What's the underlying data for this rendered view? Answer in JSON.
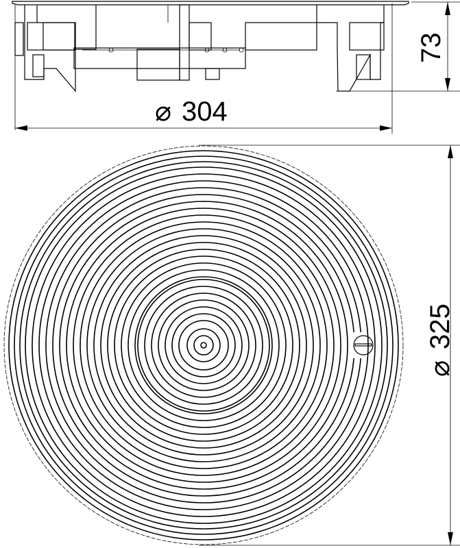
{
  "drawing": {
    "width_dimension": {
      "symbol": "⌀",
      "value": "304"
    },
    "height_dimension": {
      "value": "73"
    },
    "cover_dimension": {
      "symbol": "⌀",
      "value": "325"
    },
    "colors": {
      "line": "#000000",
      "background": "#ffffff"
    }
  }
}
